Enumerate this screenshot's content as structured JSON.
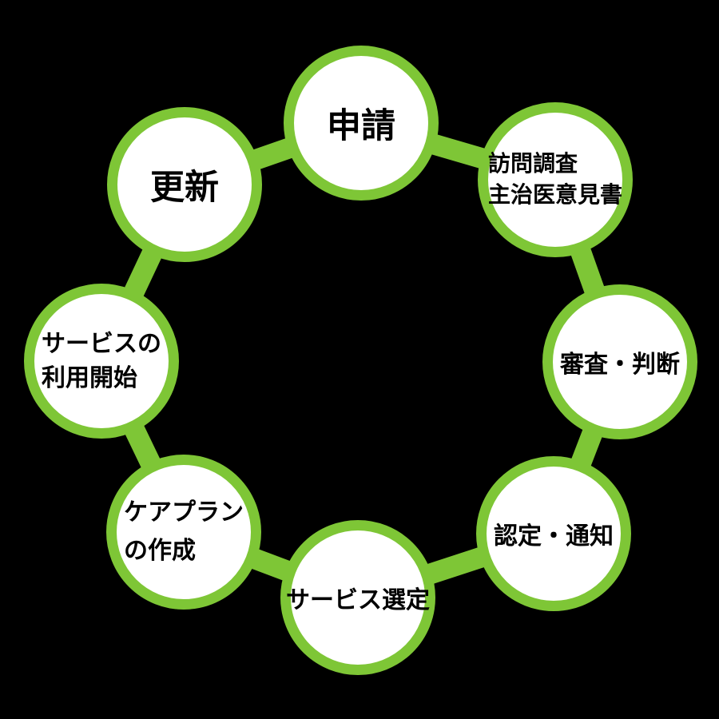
{
  "diagram": {
    "type": "cycle",
    "accent_color": "#7EC636",
    "node_fill_color": "#FFFFFF",
    "label_color": "#000000",
    "background_color": "#000000",
    "steps": [
      {
        "name": "application",
        "lines": [
          "申請"
        ]
      },
      {
        "name": "visit-survey",
        "lines": [
          "訪問調査",
          "主治医意見書"
        ]
      },
      {
        "name": "review-judgment",
        "lines": [
          "審査・判断"
        ]
      },
      {
        "name": "certification-notice",
        "lines": [
          "認定・通知"
        ]
      },
      {
        "name": "service-selection",
        "lines": [
          "サービス選定"
        ]
      },
      {
        "name": "care-plan-creation",
        "lines": [
          "ケアプラン",
          "の作成"
        ]
      },
      {
        "name": "service-start",
        "lines": [
          "サービスの",
          "利用開始"
        ]
      },
      {
        "name": "renewal",
        "lines": [
          "更新"
        ]
      }
    ]
  }
}
